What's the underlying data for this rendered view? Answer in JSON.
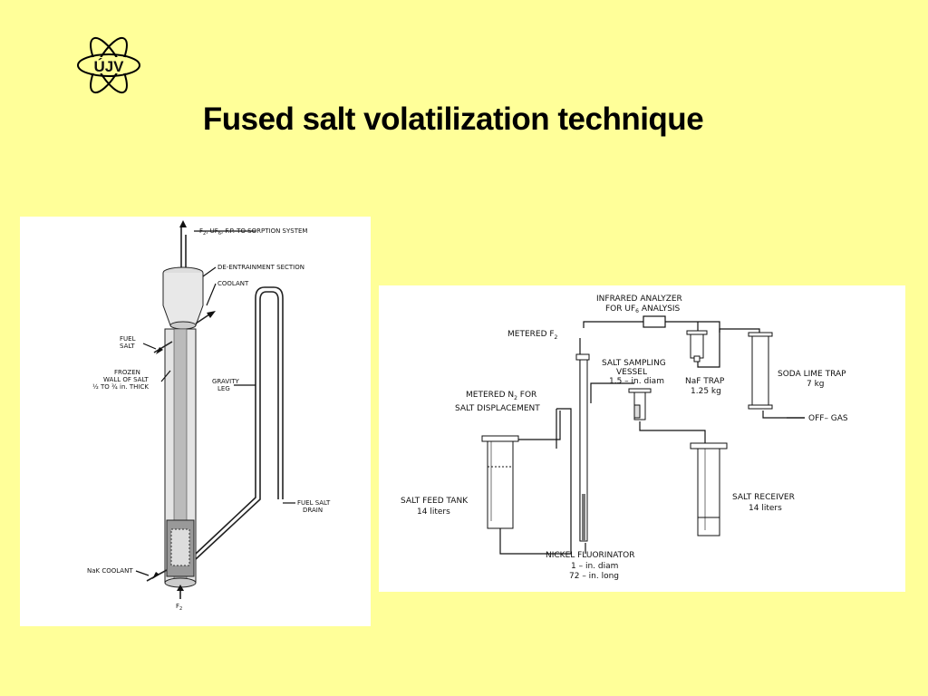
{
  "slide": {
    "title": "Fused salt volatilization technique",
    "logo_text": "ÚJV"
  },
  "left_diagram": {
    "labels": {
      "top_outlet_prefix": "F",
      "top_outlet_sub1": "2",
      "top_outlet_mid": ", UF",
      "top_outlet_sub2": "6",
      "top_outlet_suffix": ", F.P. TO SORPTION SYSTEM",
      "de_entrainment": "DE-ENTRAINMENT SECTION",
      "coolant": "COOLANT",
      "fuel_salt_1": "FUEL",
      "fuel_salt_2": "SALT",
      "frozen_1": "FROZEN",
      "frozen_2": "WALL OF SALT",
      "frozen_3": "½ TO ¾ in. THICK",
      "gravity_1": "GRAVITY",
      "gravity_2": "LEG",
      "drain_1": "FUEL SALT",
      "drain_2": "DRAIN",
      "nak": "NaK COOLANT",
      "f2_bottom": "F",
      "f2_bottom_sub": "2"
    }
  },
  "right_diagram": {
    "labels": {
      "analyzer_1": "INFRARED ANALYZER",
      "analyzer_2": "FOR UF",
      "analyzer_2_sub": "6",
      "analyzer_2_end": " ANALYSIS",
      "metered_f2": "METERED  F",
      "metered_f2_sub": "2",
      "sampling_1": "SALT SAMPLING",
      "sampling_2": "VESSEL",
      "sampling_3": "1.5 – in. diam",
      "naf_1": "NaF TRAP",
      "naf_2": "1.25 kg",
      "soda_1": "SODA LIME TRAP",
      "soda_2": "7 kg",
      "offgas": "OFF– GAS",
      "n2_1": "METERED N",
      "n2_1_sub": "2",
      "n2_1_end": " FOR",
      "n2_2": "SALT DISPLACEMENT",
      "feed_1": "SALT FEED TANK",
      "feed_2": "14 liters",
      "receiver_1": "SALT RECEIVER",
      "receiver_2": "14 liters",
      "nickel_1": "NICKEL FLUORINATOR",
      "nickel_2": "1 – in. diam",
      "nickel_3": "72 – in. long"
    }
  }
}
